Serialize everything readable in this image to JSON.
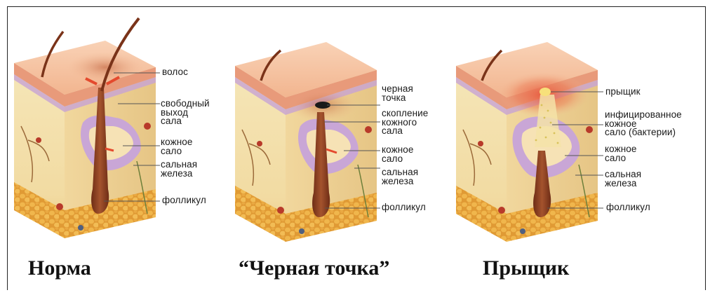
{
  "panels": [
    {
      "caption": "Норма",
      "labels": {
        "hair": "волос",
        "free_exit": "свободный\nвыход\nсала",
        "sebum": "кожное\nсало",
        "gland": "сальная\nжелеза",
        "follicle": "фолликул"
      }
    },
    {
      "caption": "“Черная точка”",
      "labels": {
        "blackhead": "черная\nточка",
        "accumulation": "скопление\nкожного\nсала",
        "sebum": "кожное\nсало",
        "gland": "сальная\nжелеза",
        "follicle": "фолликул"
      }
    },
    {
      "caption": "Прыщик",
      "labels": {
        "pimple": "прыщик",
        "infected": "инфицированное\nкожное\nсало (бактерии)",
        "sebum": "кожное\nсало",
        "gland": "сальная\nжелеза",
        "follicle": "фолликул"
      }
    }
  ],
  "colors": {
    "skin_top": "#f6c4a4",
    "skin_side": "#f3e2b0",
    "epidermis": "#e89a7a",
    "fat": "#e8a33c",
    "gland": "#c9a6d6",
    "hair": "#8a3e22",
    "inflammation": "#e8553a",
    "blackhead": "#1a1a1a",
    "pus": "#f7e07a"
  }
}
